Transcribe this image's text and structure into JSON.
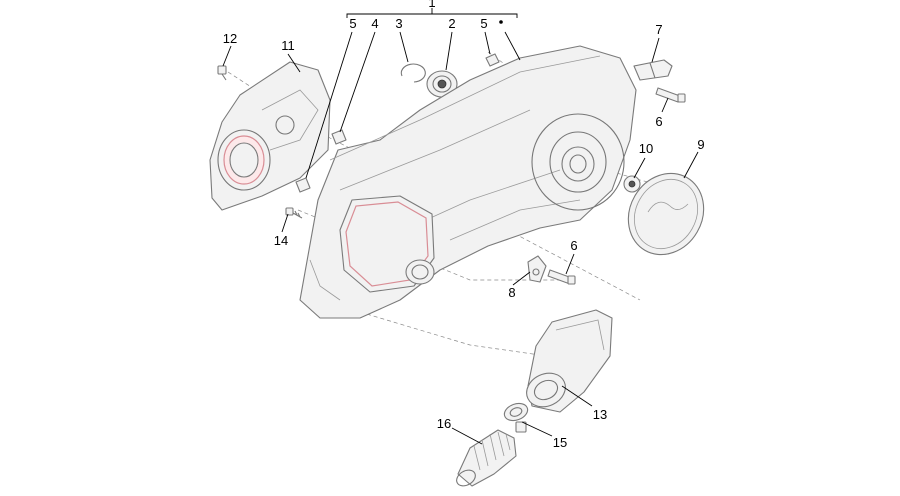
{
  "diagram": {
    "callouts": {
      "c1": "1",
      "c2": "2",
      "c3": "3",
      "c4": "4",
      "c5a": "5",
      "c5b": "5",
      "c6a": "6",
      "c6b": "6",
      "c7": "7",
      "c8": "8",
      "c9": "9",
      "c10": "10",
      "c11": "11",
      "c12": "12",
      "c13": "13",
      "c14": "14",
      "c15": "15",
      "c16": "16"
    },
    "group_marker": "•",
    "colors": {
      "line": "#777777",
      "accent_red": "#d98d95",
      "text": "#000000"
    }
  }
}
